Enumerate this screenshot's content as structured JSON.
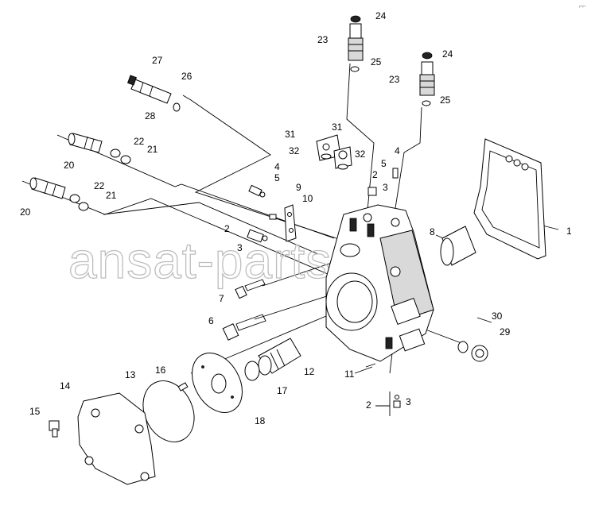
{
  "watermark": "ansat-parts.ru",
  "corner_mark": "⌐⌐",
  "callouts": [
    {
      "id": "c1",
      "text": "1"
    },
    {
      "id": "c2a",
      "text": "2"
    },
    {
      "id": "c2b",
      "text": "2"
    },
    {
      "id": "c2c",
      "text": "2"
    },
    {
      "id": "c3a",
      "text": "3"
    },
    {
      "id": "c3b",
      "text": "3"
    },
    {
      "id": "c3c",
      "text": "3"
    },
    {
      "id": "c4a",
      "text": "4"
    },
    {
      "id": "c4b",
      "text": "4"
    },
    {
      "id": "c5a",
      "text": "5"
    },
    {
      "id": "c5b",
      "text": "5"
    },
    {
      "id": "c6",
      "text": "6"
    },
    {
      "id": "c7",
      "text": "7"
    },
    {
      "id": "c8",
      "text": "8"
    },
    {
      "id": "c9",
      "text": "9"
    },
    {
      "id": "c10",
      "text": "10"
    },
    {
      "id": "c11",
      "text": "11"
    },
    {
      "id": "c12",
      "text": "12"
    },
    {
      "id": "c13",
      "text": "13"
    },
    {
      "id": "c14",
      "text": "14"
    },
    {
      "id": "c15",
      "text": "15"
    },
    {
      "id": "c16",
      "text": "16"
    },
    {
      "id": "c17",
      "text": "17"
    },
    {
      "id": "c18",
      "text": "18"
    },
    {
      "id": "c20a",
      "text": "20"
    },
    {
      "id": "c20b",
      "text": "20"
    },
    {
      "id": "c21a",
      "text": "21"
    },
    {
      "id": "c21b",
      "text": "21"
    },
    {
      "id": "c22a",
      "text": "22"
    },
    {
      "id": "c22b",
      "text": "22"
    },
    {
      "id": "c23a",
      "text": "23"
    },
    {
      "id": "c23b",
      "text": "23"
    },
    {
      "id": "c24a",
      "text": "24"
    },
    {
      "id": "c24b",
      "text": "24"
    },
    {
      "id": "c25a",
      "text": "25"
    },
    {
      "id": "c25b",
      "text": "25"
    },
    {
      "id": "c26",
      "text": "26"
    },
    {
      "id": "c27",
      "text": "27"
    },
    {
      "id": "c28",
      "text": "28"
    },
    {
      "id": "c29",
      "text": "29"
    },
    {
      "id": "c30",
      "text": "30"
    },
    {
      "id": "c31a",
      "text": "31"
    },
    {
      "id": "c31b",
      "text": "31"
    },
    {
      "id": "c32a",
      "text": "32"
    },
    {
      "id": "c32b",
      "text": "32"
    }
  ]
}
